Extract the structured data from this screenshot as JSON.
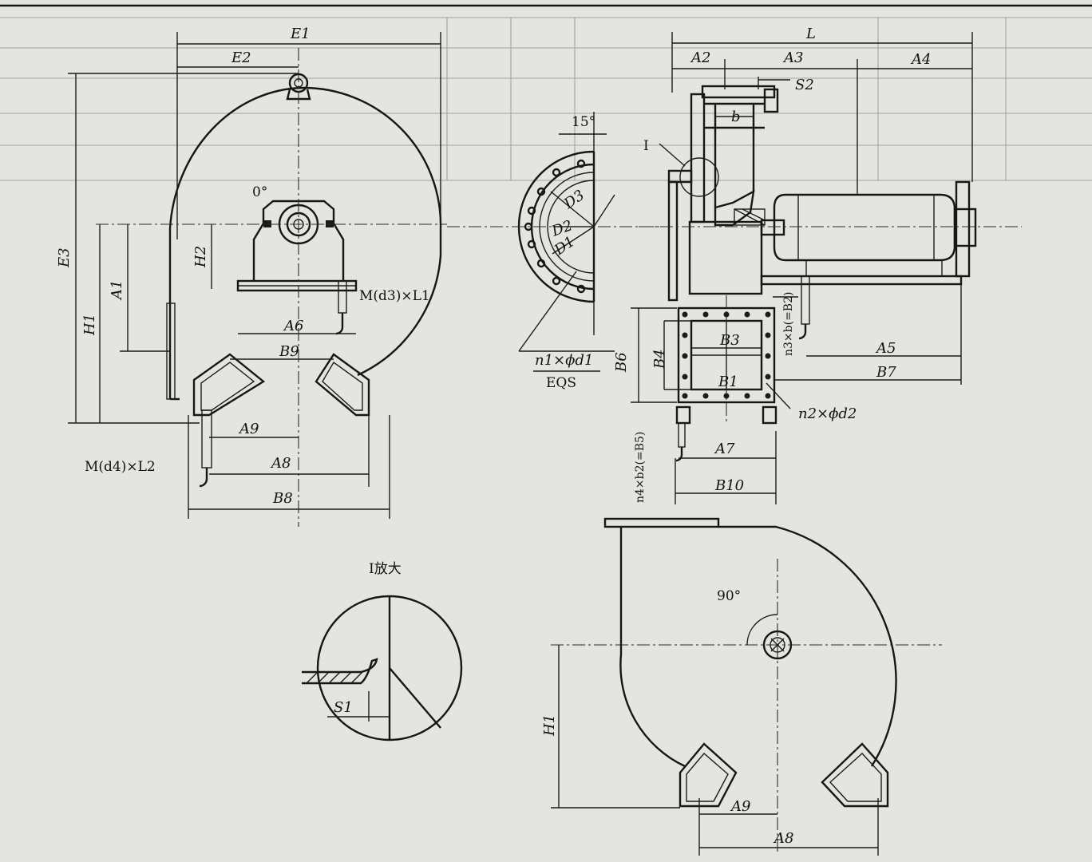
{
  "figure": {
    "front_view": {
      "dims": [
        "E1",
        "E2",
        "E3",
        "H1",
        "A1",
        "H2",
        "A6",
        "B9",
        "A9",
        "A8",
        "B8"
      ],
      "angle": "0°",
      "bolt_upper": "M(d3)×L1",
      "bolt_lower": "M(d4)×L2"
    },
    "flange_view": {
      "angle": "15°",
      "dims": [
        "D3",
        "D2",
        "D1"
      ],
      "holes": "n1×ϕd1",
      "tag": "EQS"
    },
    "side_view": {
      "dims": [
        "L",
        "A2",
        "A3",
        "A4",
        "S2",
        "b",
        "A5",
        "B7",
        "B6",
        "B4",
        "B3",
        "B1",
        "A7",
        "B10"
      ],
      "detail_ref": "I",
      "holes_inlet": "n2×ϕd2",
      "side_n3": "n3×b(=B2)",
      "side_n4": "n4×b2(=B5)"
    },
    "detail": {
      "title": "I放大",
      "dim": "S1"
    },
    "bottom_view": {
      "angle": "90°",
      "dims": [
        "H1",
        "A9",
        "A8"
      ]
    }
  }
}
